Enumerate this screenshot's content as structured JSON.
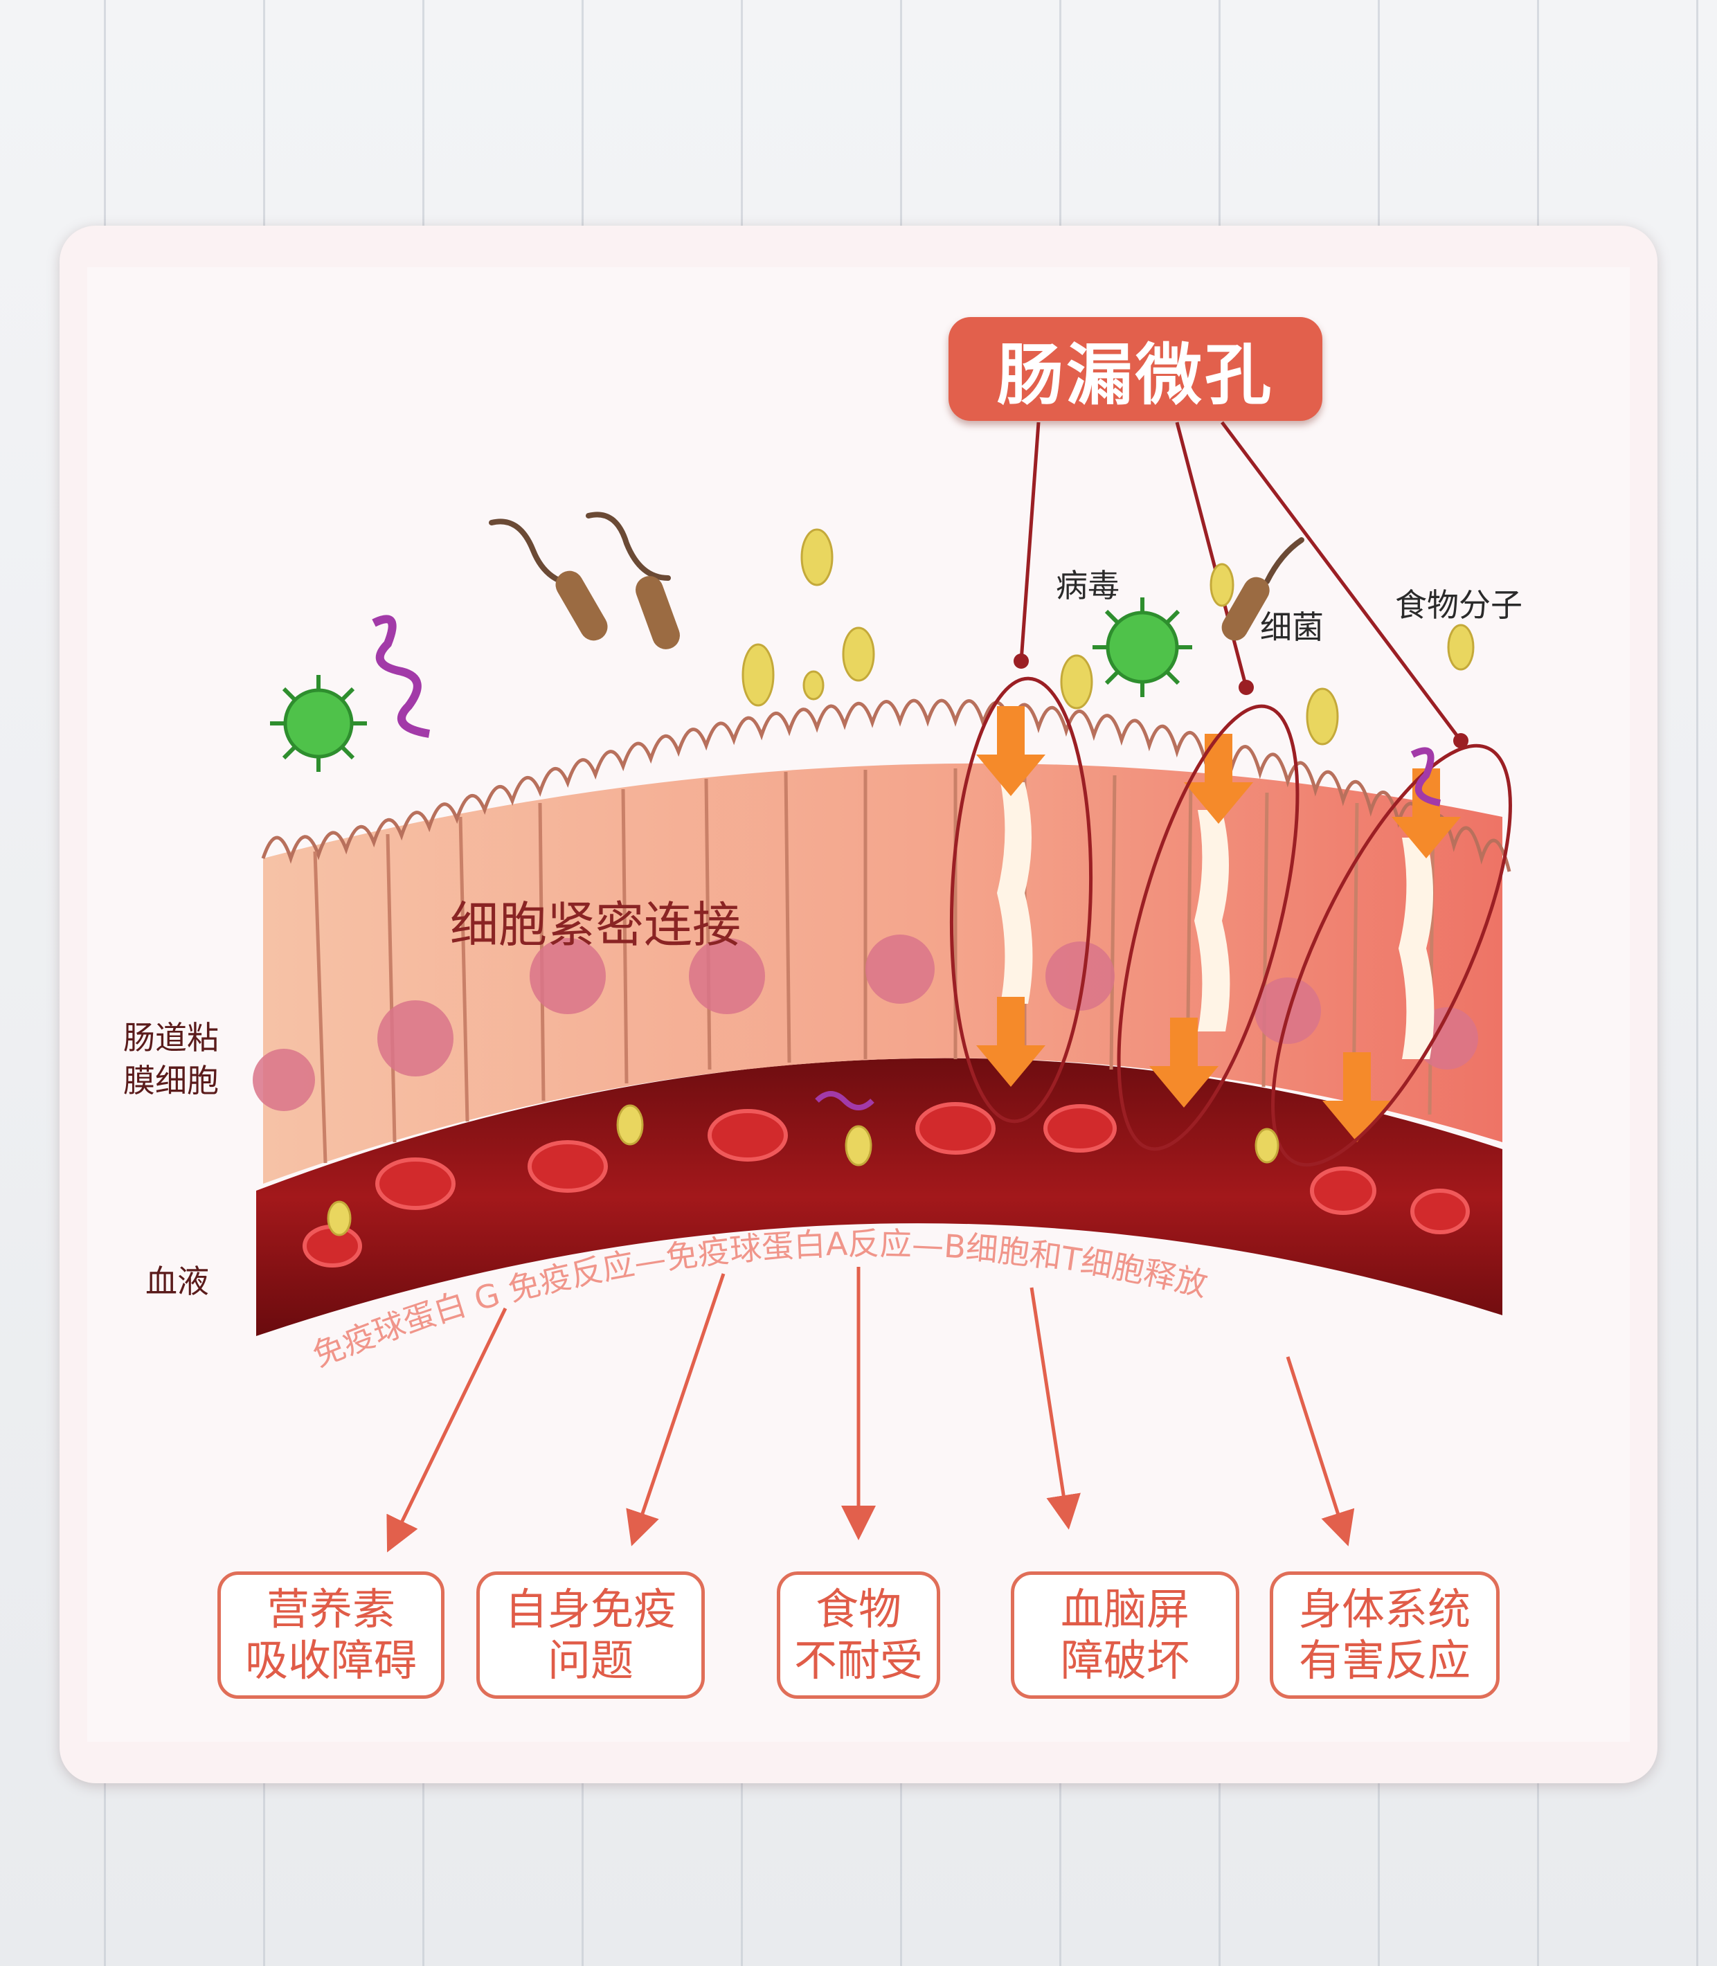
{
  "title": "肠漏微孔",
  "labels": {
    "virus": "病毒",
    "bacteria": "细菌",
    "food_molecule": "食物分子",
    "tight_junction": "细胞紧密连接",
    "mucosa_line1": "肠道粘",
    "mucosa_line2": "膜细胞",
    "blood": "血液"
  },
  "immune_response_text": "免疫球蛋白 G 免疫反应—免疫球蛋白A反应—B细胞和T细胞释放",
  "outcomes": [
    {
      "line1": "营养素",
      "line2": "吸收障碍"
    },
    {
      "line1": "自身免疫",
      "line2": "问题"
    },
    {
      "line1": "食物",
      "line2": "不耐受"
    },
    {
      "line1": "血脑屏",
      "line2": "障破坏"
    },
    {
      "line1": "身体系统",
      "line2": "有害反应"
    }
  ],
  "colors": {
    "accent": "#e2604c",
    "outcome_text": "#e05c48",
    "pointer_line": "#9b1f24",
    "blood": "#8e1414",
    "cells": "#f3a58a"
  }
}
